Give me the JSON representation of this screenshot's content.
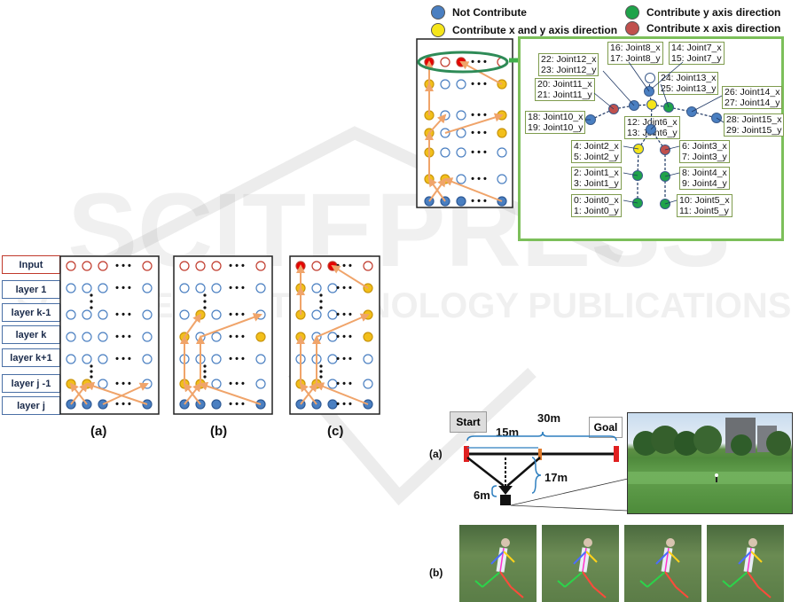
{
  "layers": {
    "input": "Input",
    "items": [
      "layer 1",
      "layer k-1",
      "layer k",
      "layer k+1",
      "layer j -1",
      "layer j"
    ]
  },
  "panel_captions": [
    "(a)",
    "(b)",
    "(c)"
  ],
  "ellipsis": "• • •",
  "legend": {
    "not_contribute": "Not Contribute",
    "contribute_xy": "Contribute x and y axis direction",
    "contribute_y": "Contribute y axis direction",
    "contribute_x": "Contribute x axis direction"
  },
  "colors": {
    "blue": "#4a7fc1",
    "yellow": "#f5c518",
    "green": "#1fa34a",
    "red": "#c0504d",
    "orange_arrow": "#f0a46a",
    "box_border": "#7f9c4e",
    "active_red": "#e60000"
  },
  "joints": [
    [
      "16: Joint8_x",
      "17: Joint8_y"
    ],
    [
      "14: Joint7_x",
      "15: Joint7_y"
    ],
    [
      "22: Joint12_x",
      "23: Joint12_y"
    ],
    [
      "24: Joint13_x",
      "25: Joint13_y"
    ],
    [
      "20: Joint11_x",
      "21: Joint11_y"
    ],
    [
      "26: Joint14_x",
      "27: Joint14_y"
    ],
    [
      "18: Joint10_x",
      "19: Joint10_y"
    ],
    [
      "12: Joint6_x",
      "13: Joint6_y"
    ],
    [
      "28: Joint15_x",
      "29: Joint15_y"
    ],
    [
      "4: Joint2_x",
      "5: Joint2_y"
    ],
    [
      "6: Joint3_x",
      "7: Joint3_y"
    ],
    [
      "2: Joint1_x",
      "3: Joint1_y"
    ],
    [
      "8: Joint4_x",
      "9: Joint4_y"
    ],
    [
      "0: Joint0_x",
      "1: Joint0_y"
    ],
    [
      "10: Joint5_x",
      "11: Joint5_y"
    ]
  ],
  "field": {
    "start": "Start",
    "goal": "Goal",
    "d30": "30m",
    "d15": "15m",
    "d17": "17m",
    "d6": "6m",
    "label_a": "(a)",
    "label_b": "(b)"
  },
  "watermark": {
    "main": "SCITEPRESS",
    "sub": "SCIENCE AND TECHNOLOGY PUBLICATIONS"
  }
}
